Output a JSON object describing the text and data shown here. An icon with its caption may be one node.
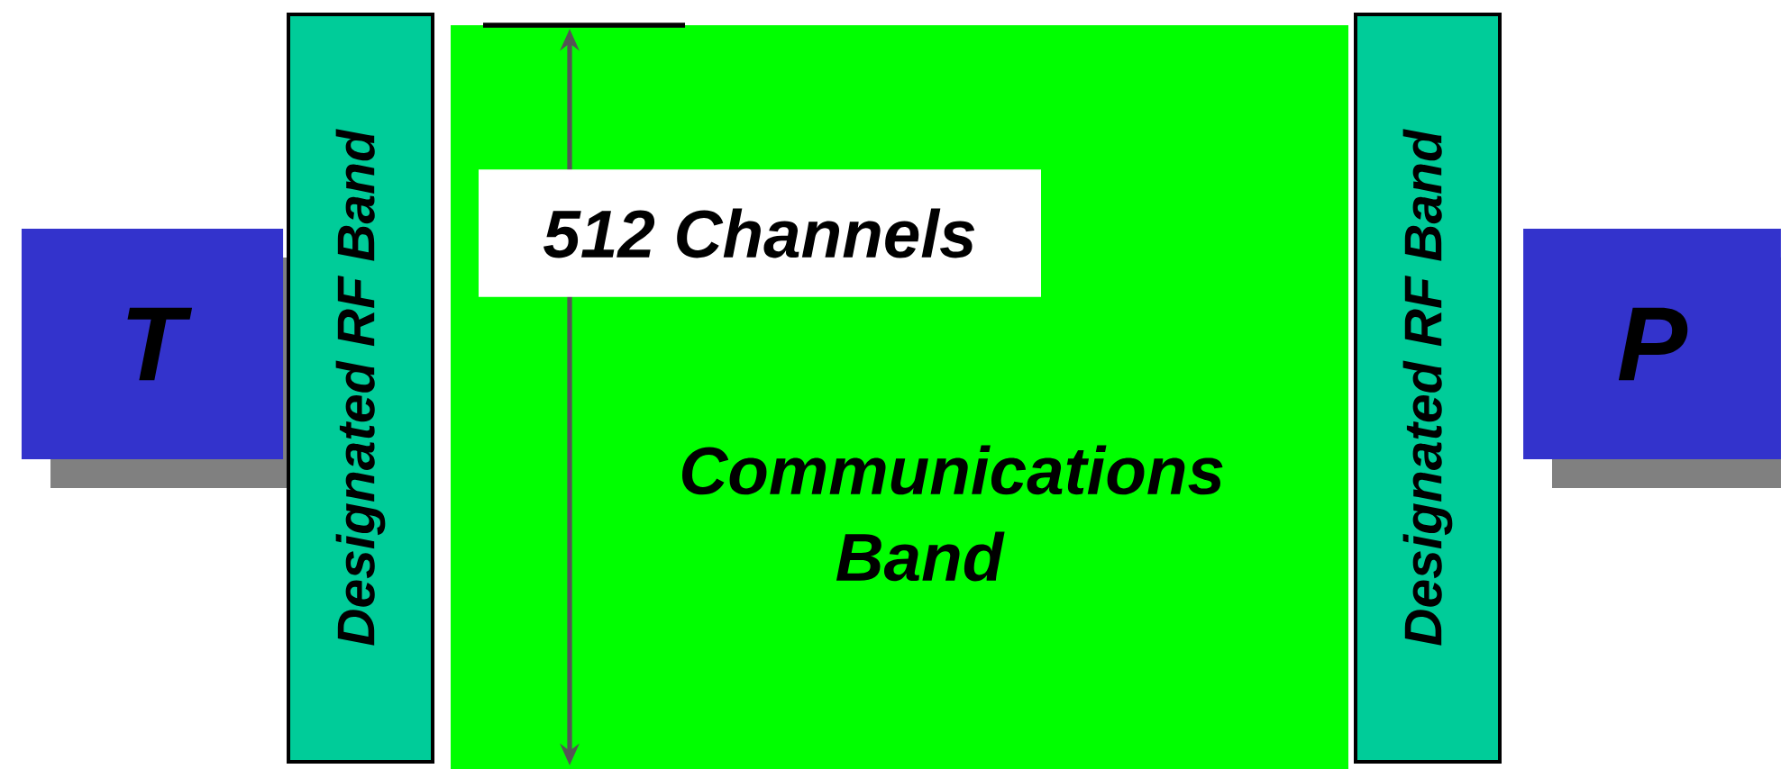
{
  "diagram": {
    "nodes": [
      {
        "text": [
          "T"
        ]
      },
      {
        "text": [
          "Designated RF Band"
        ]
      },
      {
        "text": [
          "Communications Band"
        ]
      },
      {
        "text": [
          "Designated RF Band"
        ]
      },
      {
        "text": [
          "P"
        ]
      }
    ],
    "labels": [
      "512 Channels"
    ]
  }
}
